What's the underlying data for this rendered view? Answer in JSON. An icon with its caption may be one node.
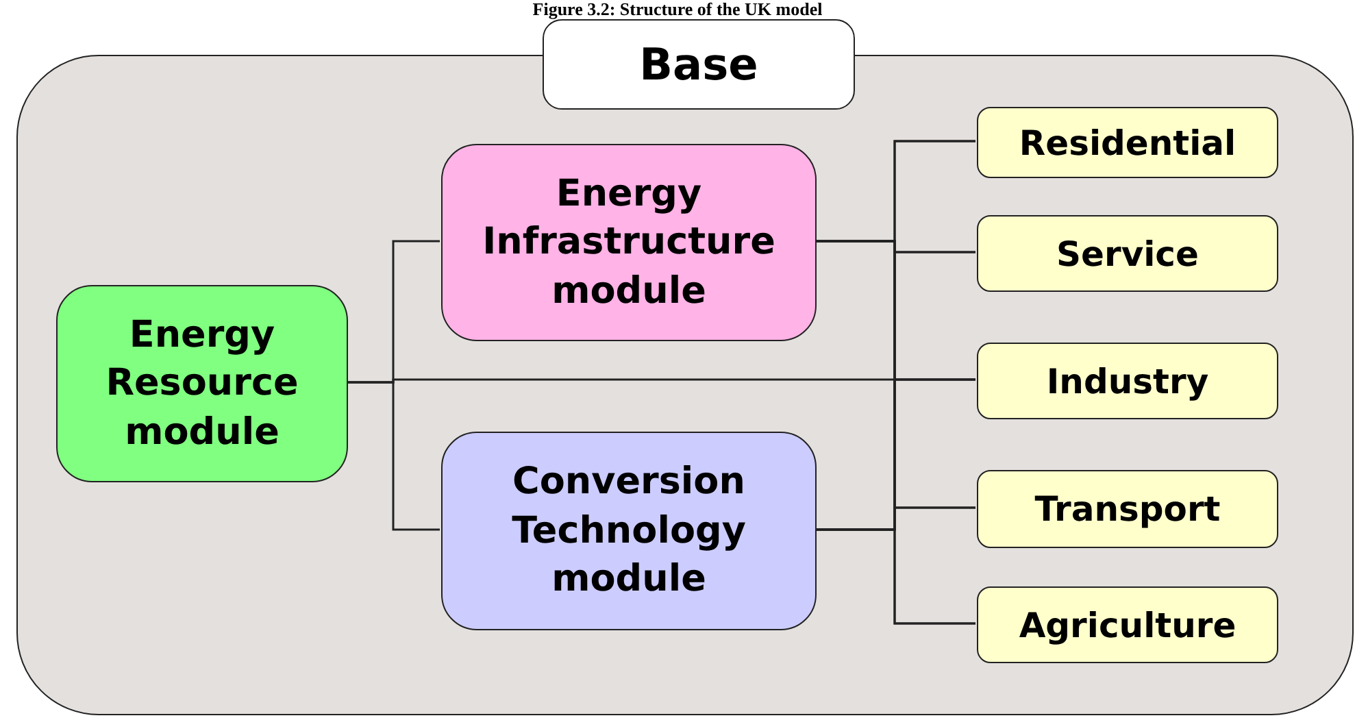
{
  "diagram": {
    "title": "Figure 3.2: Structure of the UK model",
    "nodes": [
      {
        "text": [
          "Base"
        ]
      },
      {
        "text": [
          "Energy Resource module"
        ],
        "in": 0
      },
      {
        "text": [
          "Energy Infrastructure module"
        ],
        "in": 0
      },
      {
        "text": [
          "Conversion Technology module"
        ],
        "in": 0
      },
      {
        "text": [
          "Residential"
        ],
        "in": 0
      },
      {
        "text": [
          "Service"
        ],
        "in": 0
      },
      {
        "text": [
          "Industry"
        ],
        "in": 0
      },
      {
        "text": [
          "Transport"
        ],
        "in": 0
      },
      {
        "text": [
          "Agriculture"
        ],
        "in": 0
      }
    ],
    "edges": [
      {
        "from": 1,
        "to": 2,
        "arrow": "none"
      },
      {
        "from": 1,
        "to": 3,
        "arrow": "none"
      },
      {
        "from": 1,
        "to": 6,
        "arrow": "none"
      },
      {
        "from": 2,
        "to": 4,
        "arrow": "none"
      },
      {
        "from": 2,
        "to": 5,
        "arrow": "none"
      },
      {
        "from": 2,
        "to": 6,
        "arrow": "none"
      },
      {
        "from": 2,
        "to": 7,
        "arrow": "none"
      },
      {
        "from": 2,
        "to": 8,
        "arrow": "none"
      },
      {
        "from": 3,
        "to": 4,
        "arrow": "none"
      },
      {
        "from": 3,
        "to": 5,
        "arrow": "none"
      },
      {
        "from": 3,
        "to": 6,
        "arrow": "none"
      },
      {
        "from": 3,
        "to": 7,
        "arrow": "none"
      },
      {
        "from": 3,
        "to": 8,
        "arrow": "none"
      }
    ]
  }
}
